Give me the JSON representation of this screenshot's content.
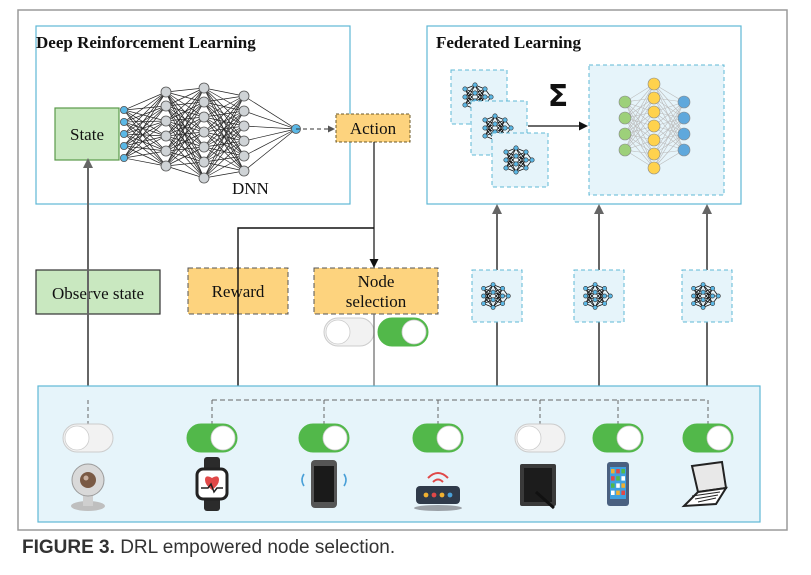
{
  "drl": {
    "title": "Deep Reinforcement Learning",
    "state_label": "State",
    "dnn_label": "DNN",
    "action_label": "Action"
  },
  "fl": {
    "title": "Federated Learning",
    "sum_symbol": "Σ"
  },
  "middle": {
    "observe_label": "Observe state",
    "reward_label": "Reward",
    "node_selection_line1": "Node",
    "node_selection_line2": "selection"
  },
  "legend_toggles": [
    {
      "state": "off"
    },
    {
      "state": "on"
    }
  ],
  "devices": [
    {
      "icon": "webcam-icon",
      "toggle": "off"
    },
    {
      "icon": "smartwatch-icon",
      "toggle": "on"
    },
    {
      "icon": "smartphone-icon",
      "toggle": "on"
    },
    {
      "icon": "router-icon",
      "toggle": "on"
    },
    {
      "icon": "tablet-icon",
      "toggle": "off"
    },
    {
      "icon": "mobile-phone-icon",
      "toggle": "on"
    },
    {
      "icon": "laptop-icon",
      "toggle": "on"
    }
  ],
  "caption": {
    "figure_label": "FIGURE 3.",
    "text": "DRL empowered node selection."
  },
  "colors": {
    "box_border": "#5fb8d6",
    "box_fill_light": "#e8f5fa",
    "green_box": "#c9e8c0",
    "orange_box": "#fdd37e",
    "toggle_on": "#52b84a",
    "arrow": "#555555"
  }
}
